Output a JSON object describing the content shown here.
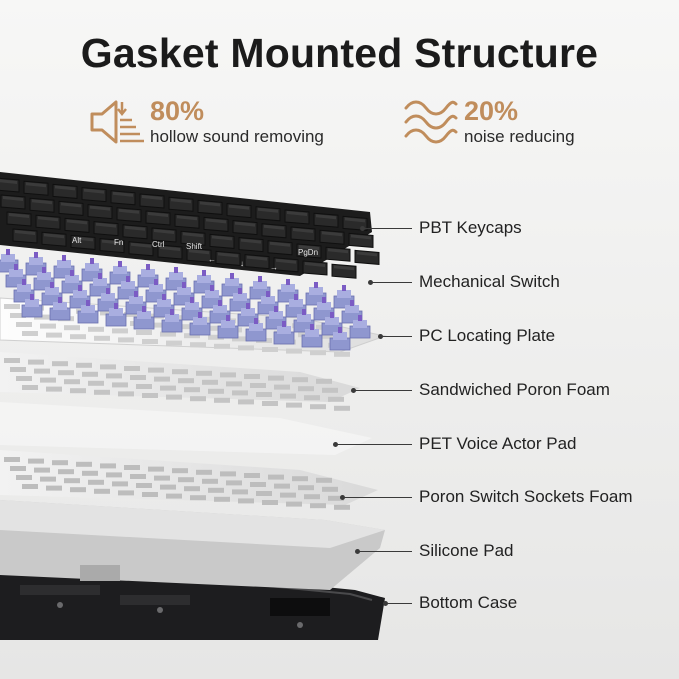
{
  "title": "Gasket Mounted Structure",
  "stats": [
    {
      "value": "80%",
      "label": "hollow sound removing",
      "icon": "speaker-sound-icon"
    },
    {
      "value": "20%",
      "label": "noise reducing",
      "icon": "sound-waves-icon"
    }
  ],
  "accent_color": "#c08d5c",
  "layers": [
    {
      "label": "PBT Keycaps"
    },
    {
      "label": "Mechanical Switch"
    },
    {
      "label": "PC Locating Plate"
    },
    {
      "label": "Sandwiched Poron Foam"
    },
    {
      "label": "PET Voice Actor Pad"
    },
    {
      "label": "Poron Switch Sockets Foam"
    },
    {
      "label": "Silicone Pad"
    },
    {
      "label": "Bottom Case"
    }
  ],
  "keycap_legends": [
    "Alt",
    "Fn",
    "Ctrl",
    "Shift",
    "←",
    "↓",
    "→",
    "PgDn"
  ]
}
